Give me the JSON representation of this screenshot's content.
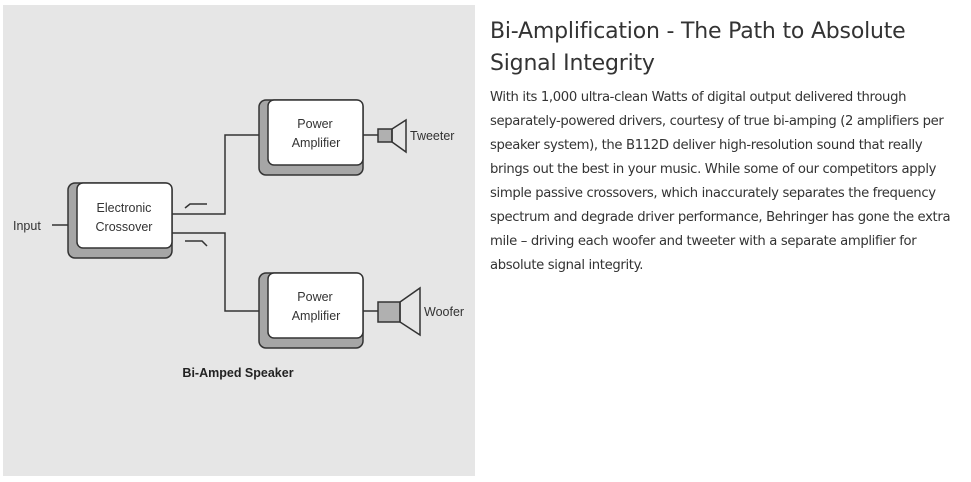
{
  "diagram": {
    "input_label": "Input",
    "crossover_line1": "Electronic",
    "crossover_line2": "Crossover",
    "amp_line1": "Power",
    "amp_line2": "Amplifier",
    "tweeter_label": "Tweeter",
    "woofer_label": "Woofer",
    "caption": "Bi-Amped Speaker",
    "colors": {
      "background": "#e6e6e6",
      "shadow": "#a6a6a6",
      "driver": "#b0b0b0"
    }
  },
  "article": {
    "title": "Bi-Amplification - The Path to Absolute Signal Integrity",
    "body": "With its 1,000 ultra-clean Watts of digital output delivered through separately-powered drivers, courtesy of true bi-amping (2 amplifiers per speaker system), the B112D deliver high-resolution sound that really brings out the best in your music. While some of our competitors apply simple passive crossovers, which inaccurately separates the frequency spectrum and degrade driver performance, Behringer has gone the extra mile – driving each woofer and tweeter with a separate amplifier for absolute signal integrity."
  }
}
